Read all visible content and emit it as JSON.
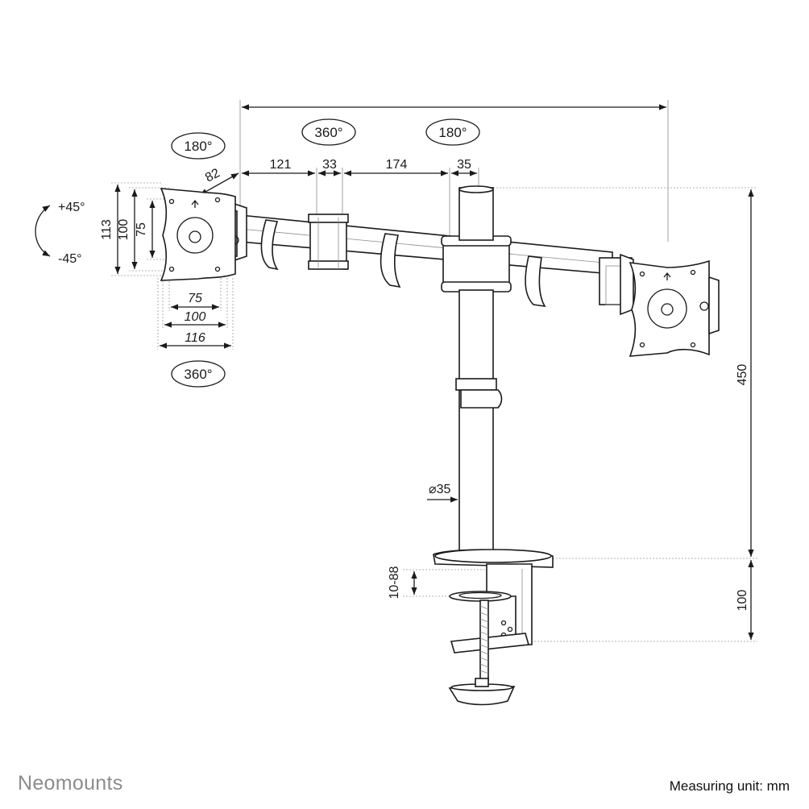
{
  "rotations": {
    "left_tilt": "180°",
    "arm_swivel": "360°",
    "right_tilt": "180°",
    "left_rotate": "360°",
    "plus_angle": "+45°",
    "minus_angle": "-45°"
  },
  "dimensions": {
    "d82": "82",
    "d121": "121",
    "d33": "33",
    "d174": "174",
    "d35": "35",
    "d113": "113",
    "d100v": "100",
    "d75v": "75",
    "d75h": "75",
    "d100h": "100",
    "d116": "116",
    "diameter": "⌀35",
    "height450": "450",
    "clamp_range": "10-88",
    "height100": "100"
  },
  "footer": {
    "brand": "Neomounts",
    "measuring_unit": "Measuring unit: mm"
  }
}
